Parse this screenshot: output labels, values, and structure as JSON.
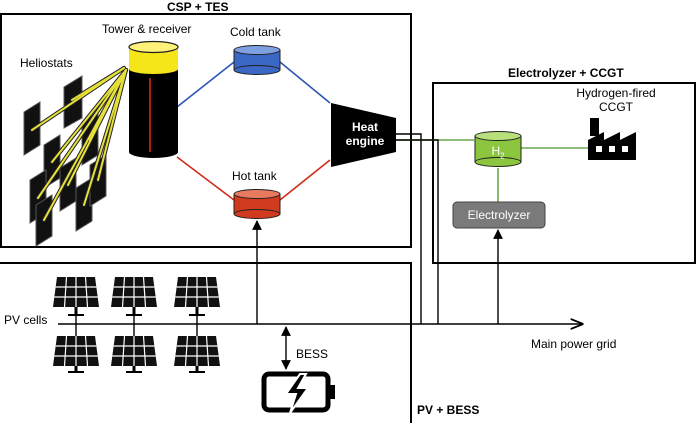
{
  "sections": {
    "csp_title": "CSP + TES",
    "electrolyzer_title": "Electrolyzer + CCGT",
    "pv_title": "PV + BESS"
  },
  "components": {
    "heliostats": "Heliostats",
    "tower": "Tower & receiver",
    "cold_tank": "Cold tank",
    "hot_tank": "Hot tank",
    "heat_engine_line1": "Heat",
    "heat_engine_line2": "engine",
    "h2_main": "H",
    "h2_sub": "2",
    "electrolyzer": "Electrolyzer",
    "ccgt_line1": "Hydrogen-fired",
    "ccgt_line2": "CCGT",
    "pv_cells": "PV cells",
    "bess": "BESS",
    "grid": "Main power grid"
  },
  "colors": {
    "cold_tank": "#3a66c4",
    "hot_tank": "#d03a1f",
    "h2_tank": "#8cc63f",
    "tower_top": "#f5e61a",
    "cold_line": "#2b55b8",
    "hot_line": "#d12a1a",
    "h2_line": "#6aa84f",
    "beam": "#e6e03a",
    "electrolyzer": "#7a7a7a"
  }
}
